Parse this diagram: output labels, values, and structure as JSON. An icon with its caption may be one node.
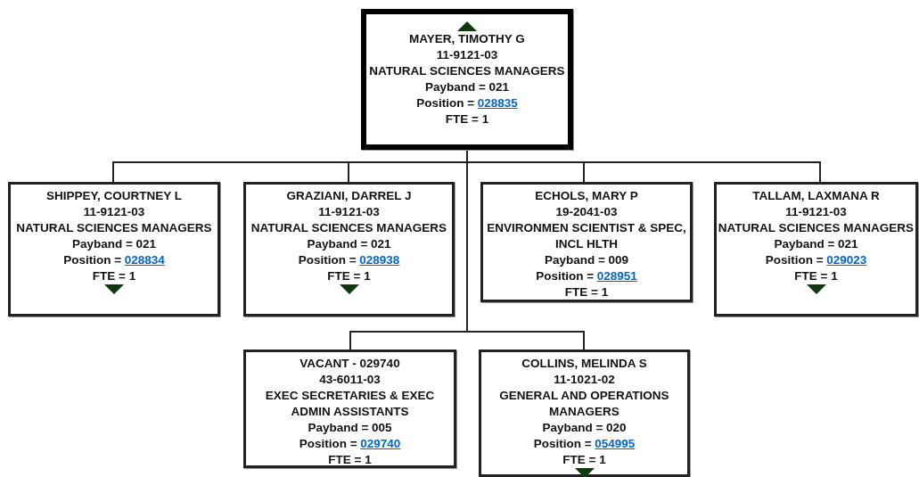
{
  "diagram": {
    "nodes": [
      {
        "text": [
          "MAYER, TIMOTHY G",
          "11-9121-03",
          "NATURAL SCIENCES MANAGERS",
          "Payband = 021",
          "Position = 028835",
          "FTE = 1"
        ]
      },
      {
        "text": [
          "SHIPPEY, COURTNEY L",
          "11-9121-03",
          "NATURAL SCIENCES MANAGERS",
          "Payband = 021",
          "Position = 028834",
          "FTE = 1"
        ]
      },
      {
        "text": [
          "GRAZIANI, DARREL J",
          "11-9121-03",
          "NATURAL SCIENCES MANAGERS",
          "Payband = 021",
          "Position = 028938",
          "FTE = 1"
        ]
      },
      {
        "text": [
          "ECHOLS, MARY P",
          "19-2041-03",
          "ENVIRONMEN SCIENTIST & SPEC, INCL HLTH",
          "Payband = 009",
          "Position = 028951",
          "FTE = 1"
        ]
      },
      {
        "text": [
          "TALLAM, LAXMANA R",
          "11-9121-03",
          "NATURAL SCIENCES MANAGERS",
          "Payband = 021",
          "Position = 029023",
          "FTE = 1"
        ]
      },
      {
        "text": [
          "VACANT - 029740",
          "43-6011-03",
          "EXEC SECRETARIES & EXEC ADMIN ASSISTANTS",
          "Payband = 005",
          "Position = 029740",
          "FTE = 1"
        ]
      },
      {
        "text": [
          "COLLINS, MELINDA S",
          "11-1021-02",
          "GENERAL AND OPERATIONS MANAGERS",
          "Payband = 020",
          "Position = 054995",
          "FTE = 1"
        ]
      }
    ],
    "edges": [
      {
        "from": 0,
        "to": 1,
        "arrow": "none"
      },
      {
        "from": 0,
        "to": 2,
        "arrow": "none"
      },
      {
        "from": 0,
        "to": 3,
        "arrow": "none"
      },
      {
        "from": 0,
        "to": 4,
        "arrow": "none"
      },
      {
        "from": 0,
        "to": 5,
        "arrow": "none"
      },
      {
        "from": 0,
        "to": 6,
        "arrow": "none"
      }
    ]
  }
}
